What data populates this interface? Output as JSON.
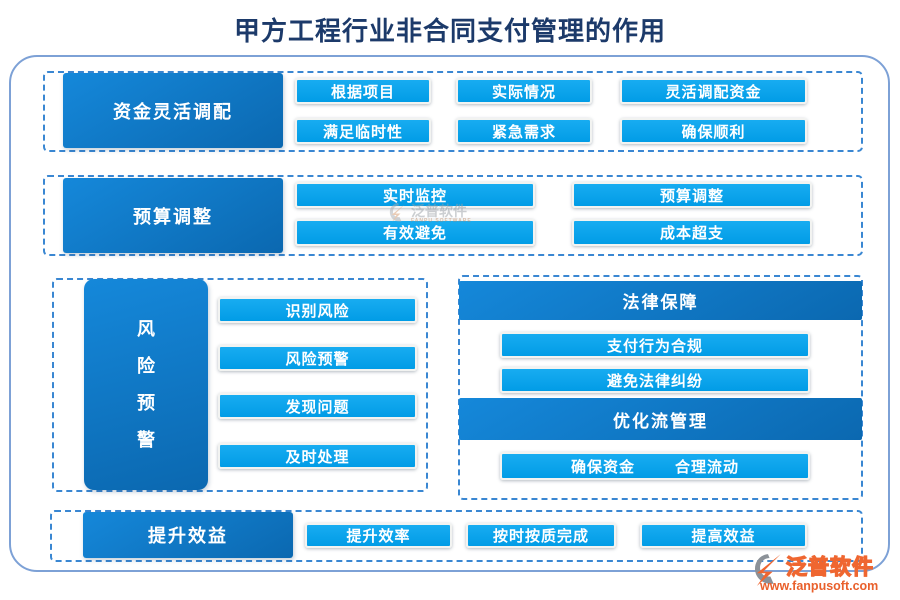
{
  "title": "甲方工程行业非合同支付管理的作用",
  "rows": {
    "funding": {
      "label": "资金灵活调配",
      "buttons": [
        "根据项目",
        "实际情况",
        "灵活调配资金",
        "满足临时性",
        "紧急需求",
        "确保顺利"
      ]
    },
    "budget": {
      "label": "预算调整",
      "buttons": [
        "实时监控",
        "预算调整",
        "有效避免",
        "成本超支"
      ]
    },
    "risk": {
      "label": "风险预警",
      "chars": [
        "风",
        "险",
        "预",
        "警"
      ],
      "buttons": [
        "识别风险",
        "风险预警",
        "发现问题",
        "及时处理"
      ]
    },
    "legal": {
      "header": "法律保障",
      "buttons": [
        "支付行为合规",
        "避免法律纠纷"
      ]
    },
    "flow": {
      "header": "优化流管理",
      "button_left": "确保资金",
      "button_right": "合理流动"
    },
    "benefit": {
      "label": "提升效益",
      "buttons": [
        "提升效率",
        "按时按质完成",
        "提高效益"
      ]
    }
  },
  "watermark": {
    "name": "泛普软件",
    "sub": "FANPU SOFTWARE"
  },
  "logo": {
    "name": "泛普软件",
    "url": "www.fanpusoft.com"
  },
  "colors": {
    "title": "#1c3a6a",
    "frame": "#7da1d6",
    "dash_border": "#3a87d2",
    "block_dark": "#0b68b0",
    "block_light": "#1588da",
    "button_blue": "#01a2ee",
    "logo_orange": "#ef6630"
  }
}
